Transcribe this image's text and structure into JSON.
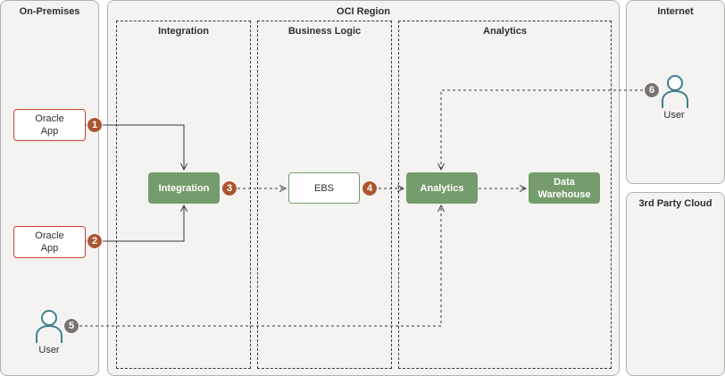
{
  "panels": {
    "on_premises": "On-Premises",
    "oci_region": "OCI Region",
    "internet": "Internet",
    "third_party": "3rd Party Cloud"
  },
  "zones": {
    "integration": "Integration",
    "business_logic": "Business Logic",
    "analytics": "Analytics"
  },
  "nodes": {
    "oracle_app_1": "Oracle App",
    "oracle_app_2": "Oracle App",
    "integration": "Integration",
    "ebs": "EBS",
    "analytics": "Analytics",
    "data_warehouse": "Data Warehouse"
  },
  "users": {
    "internet_user": "User",
    "onprem_user": "User"
  },
  "badges": [
    "1",
    "2",
    "3",
    "4",
    "5",
    "6"
  ],
  "colors": {
    "badge_red": "#ad5533",
    "badge_gray": "#7a736e",
    "green": "#759c6c",
    "red_outline": "#c74634",
    "user_icon": "#3e7f8f"
  }
}
